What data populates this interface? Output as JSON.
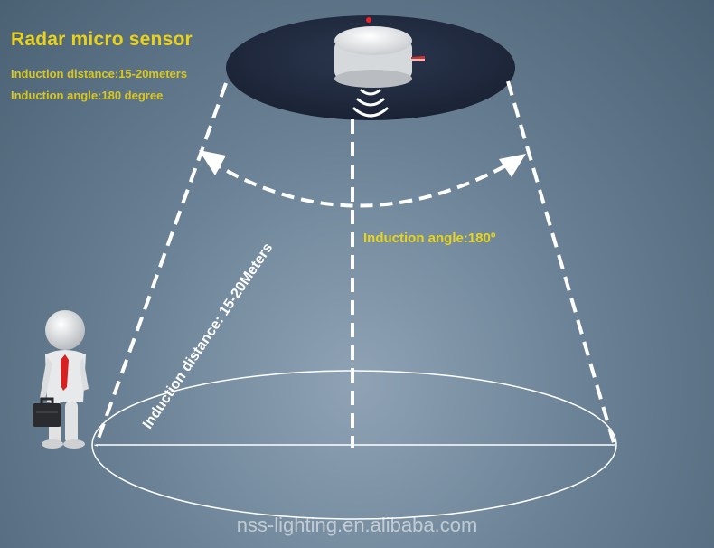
{
  "title": "Radar micro sensor",
  "specs": {
    "distance": "Induction distance:15-20meters",
    "angle": "Induction angle:180 degree"
  },
  "diagram": {
    "angle_label": "Induction angle:180º",
    "distance_label": "Induction distance: 15-20Meters"
  },
  "watermark": "nss-lighting.en.alibaba.com",
  "colors": {
    "title": "#e8d21a",
    "ceiling": "#1f2a3e",
    "dashes": "#ffffff"
  }
}
